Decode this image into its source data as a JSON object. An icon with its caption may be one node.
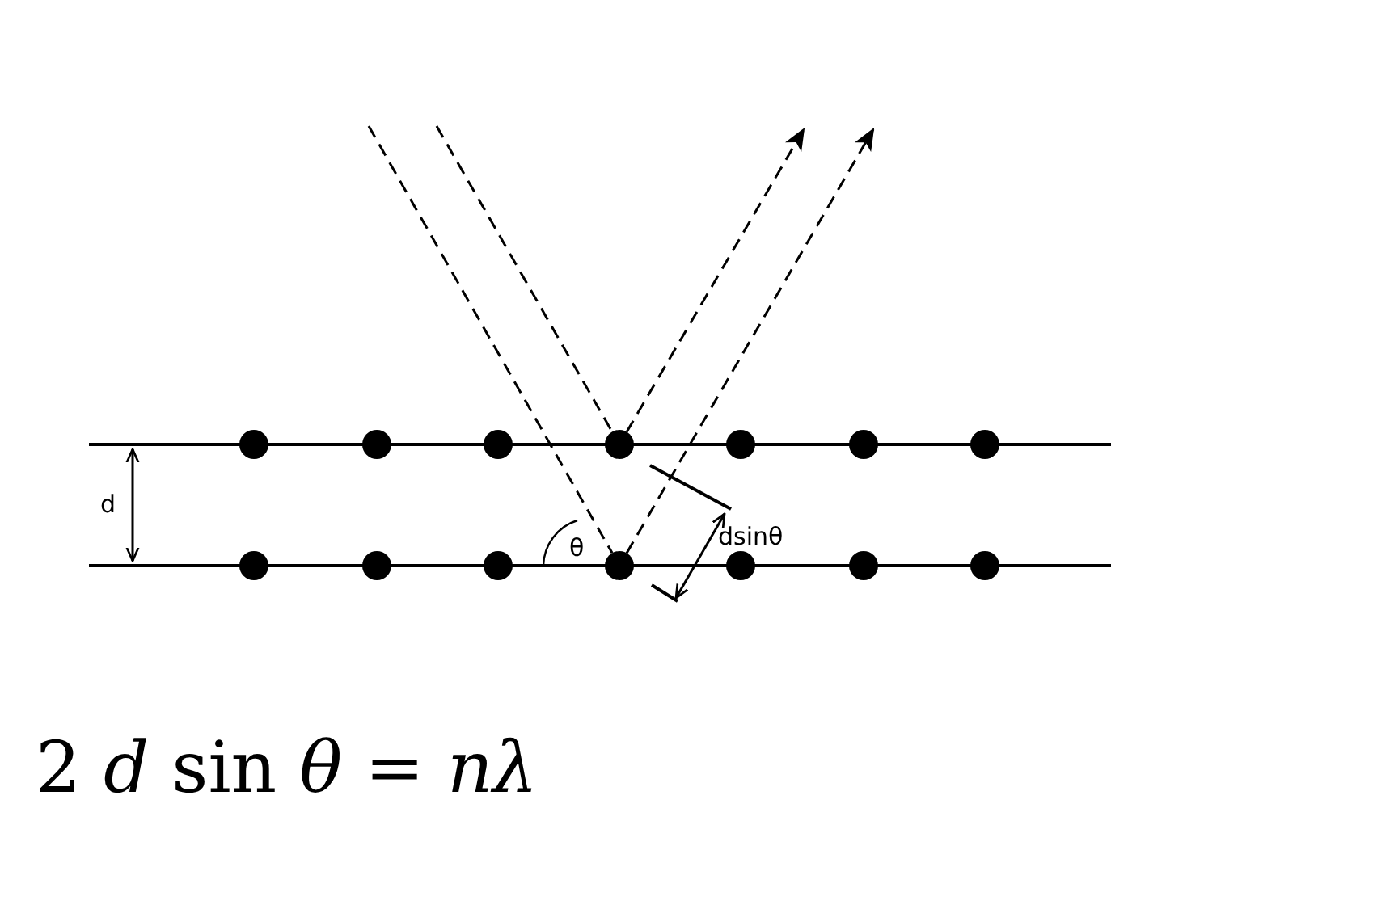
{
  "diagram": {
    "nodes": [
      {
        "text": [],
        "shape": "circle"
      },
      {
        "text": [],
        "shape": "circle"
      },
      {
        "text": [],
        "shape": "circle"
      },
      {
        "text": [],
        "shape": "circle"
      },
      {
        "text": [],
        "shape": "circle"
      },
      {
        "text": [],
        "shape": "circle"
      },
      {
        "text": [],
        "shape": "circle"
      },
      {
        "text": [],
        "shape": "circle"
      },
      {
        "text": [],
        "shape": "circle"
      },
      {
        "text": [],
        "shape": "circle"
      },
      {
        "text": [],
        "shape": "circle"
      },
      {
        "text": [],
        "shape": "circle"
      },
      {
        "text": [],
        "shape": "circle"
      },
      {
        "text": [],
        "shape": "circle"
      }
    ],
    "edges": [
      {
        "from": null,
        "to": 3,
        "arrow": "none",
        "style": "dashed"
      },
      {
        "from": 3,
        "to": null,
        "arrow": "to",
        "style": "dashed"
      },
      {
        "from": null,
        "to": 10,
        "arrow": "none",
        "style": "dashed"
      },
      {
        "from": 10,
        "to": null,
        "arrow": "to",
        "style": "dashed"
      }
    ],
    "labels": [
      "d",
      "θ",
      "dsinθ",
      "2 *d* sin *θ* = *nλ*"
    ]
  }
}
